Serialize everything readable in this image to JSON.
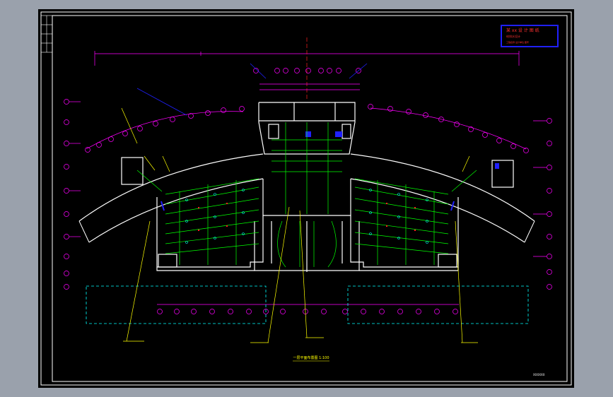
{
  "drawing": {
    "title_block": {
      "line1": "某 xx 设 计 图 纸",
      "line2": "给排水设计",
      "line3": "工程名称 设计单位 图号"
    },
    "bottom_title": "一层平面布置图 1:100",
    "sheet_number": "XXXXXX",
    "colors": {
      "frame": "#ffffff",
      "walls": "#ffffff",
      "dimension": "#ff00ff",
      "wiring": "#00ff00",
      "cyan": "#00ffff",
      "yellow": "#ffff00",
      "blue": "#2020ff",
      "red": "#ff2020"
    }
  }
}
